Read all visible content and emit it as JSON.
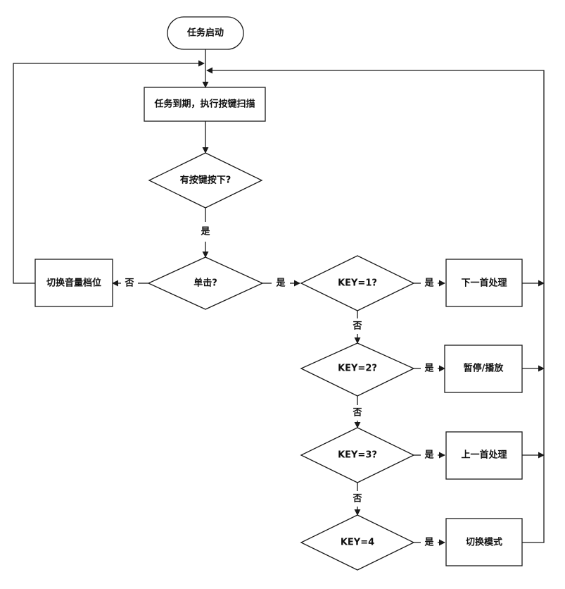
{
  "nodes": {
    "start": "任务启动",
    "scan": "任务到期，执行按键扫描",
    "key_pressed": "有按键按下?",
    "single_click": "单击?",
    "switch_volume": "切换音量档位",
    "key1": "KEY=1?",
    "next_track": "下一首处理",
    "key2": "KEY=2?",
    "pause_play": "暂停/播放",
    "key3": "KEY=3?",
    "prev_track": "上一首处理",
    "key4": "KEY=4",
    "switch_mode": "切换模式"
  },
  "labels": {
    "yes": "是",
    "no": "否"
  }
}
